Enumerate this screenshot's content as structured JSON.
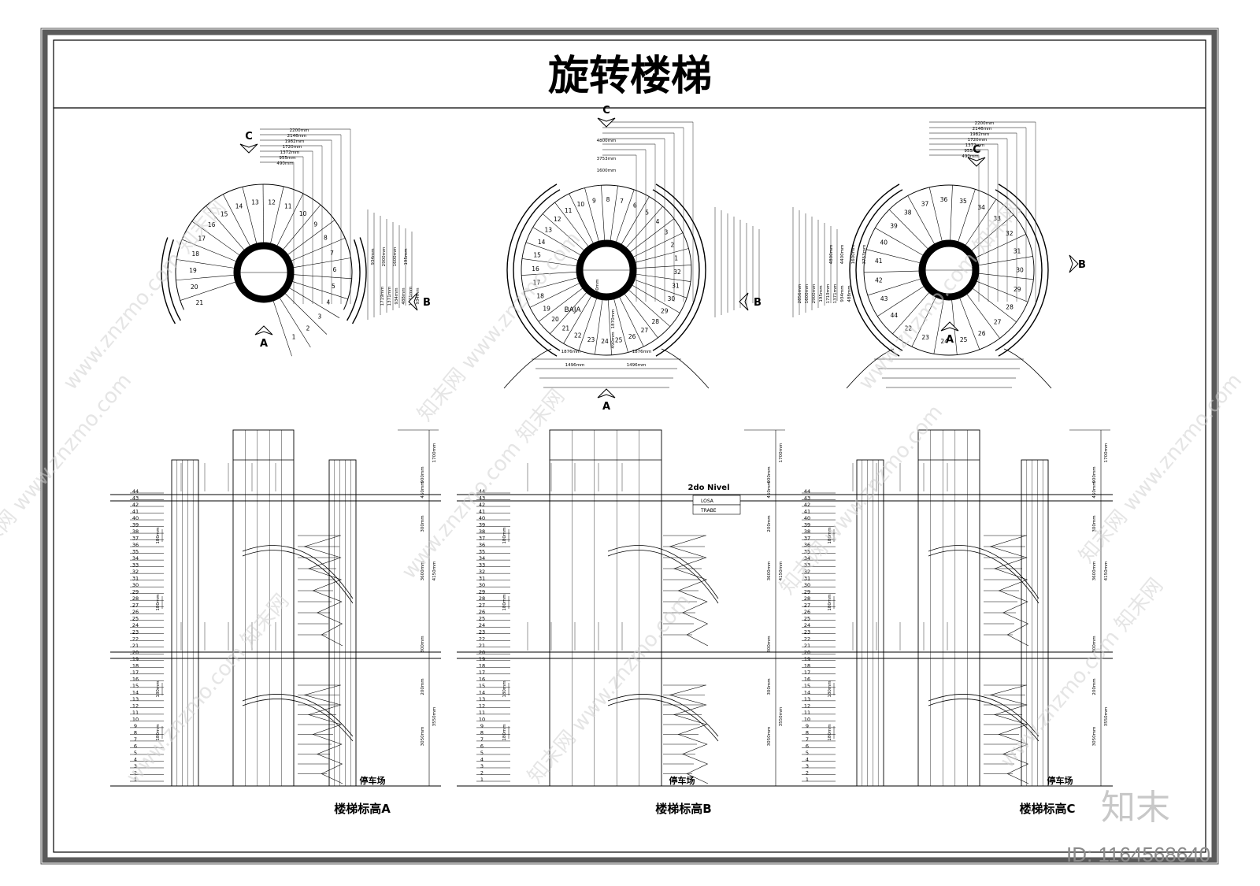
{
  "title": "旋转楼梯",
  "plans": [
    {
      "id": "plan-a",
      "steps": [
        "1",
        "2",
        "3",
        "4",
        "5",
        "6",
        "7",
        "8",
        "9",
        "10",
        "11",
        "12",
        "13",
        "14",
        "15",
        "16",
        "17",
        "18",
        "19",
        "20",
        "21"
      ],
      "markers": [
        "C",
        "B",
        "A"
      ],
      "dims": [
        "2200mm",
        "2146mm",
        "1982mm",
        "1720mm",
        "1372mm",
        "955mm",
        "490mm",
        "934mm",
        "2900mm",
        "1600mm",
        "195mm",
        "1719mm",
        "1371mm",
        "934mm",
        "488mm",
        "1371mm",
        "934mm"
      ]
    },
    {
      "id": "plan-b",
      "steps": [
        "21",
        "22",
        "23",
        "24",
        "25",
        "26",
        "27",
        "28",
        "29",
        "30",
        "31",
        "32",
        "1",
        "2",
        "3",
        "4",
        "5",
        "6",
        "7",
        "8",
        "9",
        "10",
        "11",
        "12",
        "13",
        "14",
        "15",
        "16",
        "17",
        "18",
        "19",
        "20"
      ],
      "markers": [
        "C",
        "B",
        "A"
      ],
      "label": "BAJA",
      "dims": [
        "4800mm",
        "3753mm",
        "1600mm",
        "1876mm",
        "1876mm",
        "1496mm",
        "1496mm",
        "1870mm",
        "490mm",
        "200mm"
      ]
    },
    {
      "id": "plan-c",
      "steps": [
        "22",
        "23",
        "24",
        "25",
        "26",
        "27",
        "28",
        "29",
        "30",
        "31",
        "32",
        "33",
        "34",
        "35",
        "36",
        "37",
        "38",
        "39",
        "40",
        "41",
        "42",
        "43",
        "44"
      ],
      "markers": [
        "C",
        "B",
        "A"
      ],
      "dims": [
        "2200mm",
        "2146mm",
        "1982mm",
        "1720mm",
        "1372mm",
        "955mm",
        "490mm",
        "4800mm",
        "4400mm",
        "1600mm",
        "3753mm",
        "2856mm",
        "1600mm",
        "2900mm",
        "195mm",
        "1719mm",
        "1371mm",
        "934mm",
        "488mm"
      ]
    }
  ],
  "elevation_levels": [
    "44",
    "43",
    "42",
    "41",
    "40",
    "39",
    "38",
    "37",
    "36",
    "35",
    "34",
    "33",
    "32",
    "31",
    "30",
    "29",
    "28",
    "27",
    "26",
    "25",
    "24",
    "23",
    "22",
    "21",
    "20",
    "19",
    "18",
    "17",
    "16",
    "15",
    "14",
    "13",
    "12",
    "11",
    "10",
    "9",
    "8",
    "7",
    "6",
    "5",
    "4",
    "3",
    "2",
    "1"
  ],
  "elevations": [
    {
      "id": "elev-a",
      "caption": "楼梯标高A",
      "parking": "停车场",
      "side_dims": [
        "1700mm",
        "900mm",
        "450mm",
        "300mm",
        "3600mm",
        "4150mm",
        "300mm",
        "200mm",
        "3050mm",
        "3550mm"
      ],
      "riser_dims": [
        "180mm",
        "180mm",
        "180mm",
        "180mm"
      ]
    },
    {
      "id": "elev-b",
      "caption": "楼梯标高B",
      "parking": "停车场",
      "level_label": "2do Nivel",
      "tags": [
        "LOSA",
        "TRABE"
      ],
      "side_dims": [
        "1700mm",
        "900mm",
        "450mm",
        "200mm",
        "3600mm",
        "4150mm",
        "300mm",
        "300mm",
        "3050mm",
        "3550mm"
      ],
      "riser_dims": [
        "180mm",
        "180mm",
        "180mm",
        "180mm"
      ]
    },
    {
      "id": "elev-c",
      "caption": "楼梯标高C",
      "parking": "停车场",
      "side_dims": [
        "1700mm",
        "900mm",
        "450mm",
        "300mm",
        "3600mm",
        "4150mm",
        "300mm",
        "200mm",
        "3050mm",
        "3550mm"
      ],
      "riser_dims": [
        "180mm",
        "180mm",
        "180mm",
        "180mm"
      ]
    }
  ],
  "watermarks": [
    "www.znzmo.com",
    "知末网"
  ],
  "logo": "知末",
  "image_id": "ID: 1164568640",
  "colors": {
    "ink": "#000000",
    "frame": "#5a5a5a",
    "background": "#ffffff",
    "watermark": "#cfcfcf"
  }
}
